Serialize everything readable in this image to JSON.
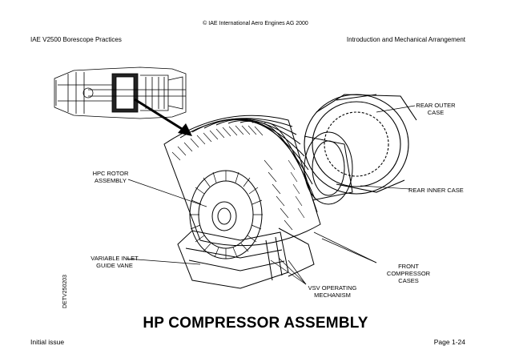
{
  "header": {
    "copyright": "© IAE International Aero Engines AG 2000",
    "left": "IAE V2500 Borescope Practices",
    "right": "Introduction and Mechanical Arrangement"
  },
  "callouts": {
    "rear_outer_case": "REAR OUTER CASE",
    "rear_inner_case": "REAR INNER CASE",
    "hpc_rotor_assembly": "HPC ROTOR ASSEMBLY",
    "variable_inlet_guide_vane": "VARIABLE INLET GUIDE VANE",
    "front_compressor_cases": "FRONT COMPRESSOR CASES",
    "vsv_operating_mechanism": "VSV OPERATING MECHANISM"
  },
  "title": "HP COMPRESSOR ASSEMBLY",
  "side_code": "DETV250203",
  "footer": {
    "left": "Initial issue",
    "right": "Page 1-24"
  }
}
